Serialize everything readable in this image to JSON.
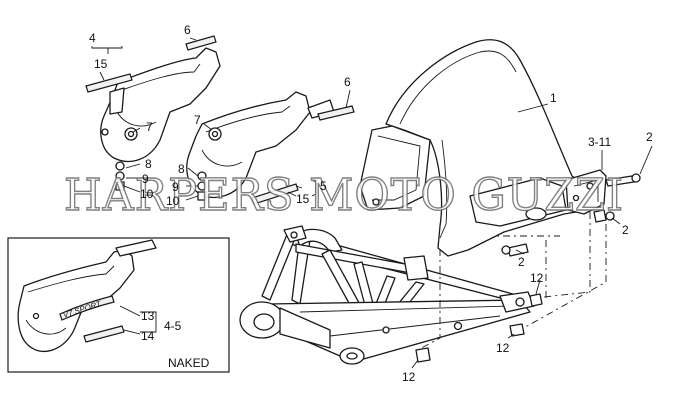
{
  "callouts": {
    "c1": "1",
    "c2a": "2",
    "c2b": "2",
    "c2c": "2",
    "c3_11": "3-11",
    "c4": "4",
    "c4_5a": "5",
    "c4_5b": "4-5",
    "c6a": "6",
    "c6b": "6",
    "c7a": "7",
    "c7b": "7",
    "c8a": "8",
    "c8b": "8",
    "c9a": "9",
    "c9b": "9",
    "c10a": "10",
    "c10b": "10",
    "c12a": "12",
    "c12b": "12",
    "c12c": "12",
    "c13": "13",
    "c14": "14",
    "c15a": "15",
    "c15b": "15"
  },
  "inset": {
    "label": "NAKED",
    "decal_text": "V7 SPORT"
  },
  "watermark": "HARPERS MOTO GUZZI"
}
